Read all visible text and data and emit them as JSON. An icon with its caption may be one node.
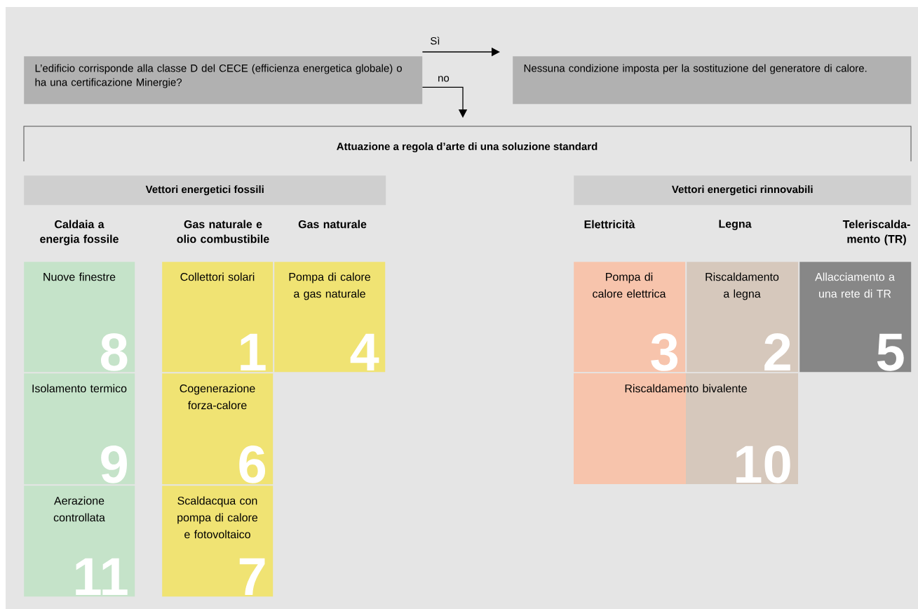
{
  "diagram": {
    "nodes": [
      {
        "text": [
          "L’edificio corrisponde alla classe D del CECE (efficienza energetica globale) o ha una certificazione Minergie?"
        ]
      },
      {
        "text": [
          "Nessuna condizione imposta per la sostituzione del generatore di calore."
        ]
      },
      {
        "text": [
          "Attuazione a regola d’arte di una soluzione standard"
        ]
      },
      {
        "text": [
          "Vettori energetici fossili"
        ]
      },
      {
        "text": [
          "Vettori energetici rinnovabili"
        ]
      },
      {
        "text": [
          "Nuove finestre",
          "8"
        ]
      },
      {
        "text": [
          "Collettori solari",
          "1"
        ]
      },
      {
        "text": [
          "Pompa di calore a gas naturale",
          "4"
        ]
      },
      {
        "text": [
          "Pompa di calore elettrica",
          "3"
        ]
      },
      {
        "text": [
          "Riscaldamento a legna",
          "2"
        ]
      },
      {
        "text": [
          "Allacciamento a una rete di TR",
          "5"
        ]
      },
      {
        "text": [
          "Isolamento termico",
          "9"
        ]
      },
      {
        "text": [
          "Cogenerazione forza-calore",
          "6"
        ]
      },
      {
        "text": [
          "Riscaldamento bivalente",
          "10"
        ]
      },
      {
        "text": [
          "Aerazione controllata",
          "11"
        ]
      },
      {
        "text": [
          "Scaldacqua con pompa di calore e fotovoltaico",
          "7"
        ]
      }
    ],
    "edges": [
      {
        "from": 0,
        "to": 1,
        "arrow": "to",
        "label": "Sì"
      },
      {
        "from": 0,
        "to": 2,
        "arrow": "to",
        "label": "no"
      }
    ],
    "labels": [
      "Caldaia a energia fossile",
      "Gas naturale e olio combustibile",
      "Gas naturale",
      "Elettricità",
      "Legna",
      "Teleriscalda- mento (TR)"
    ]
  }
}
